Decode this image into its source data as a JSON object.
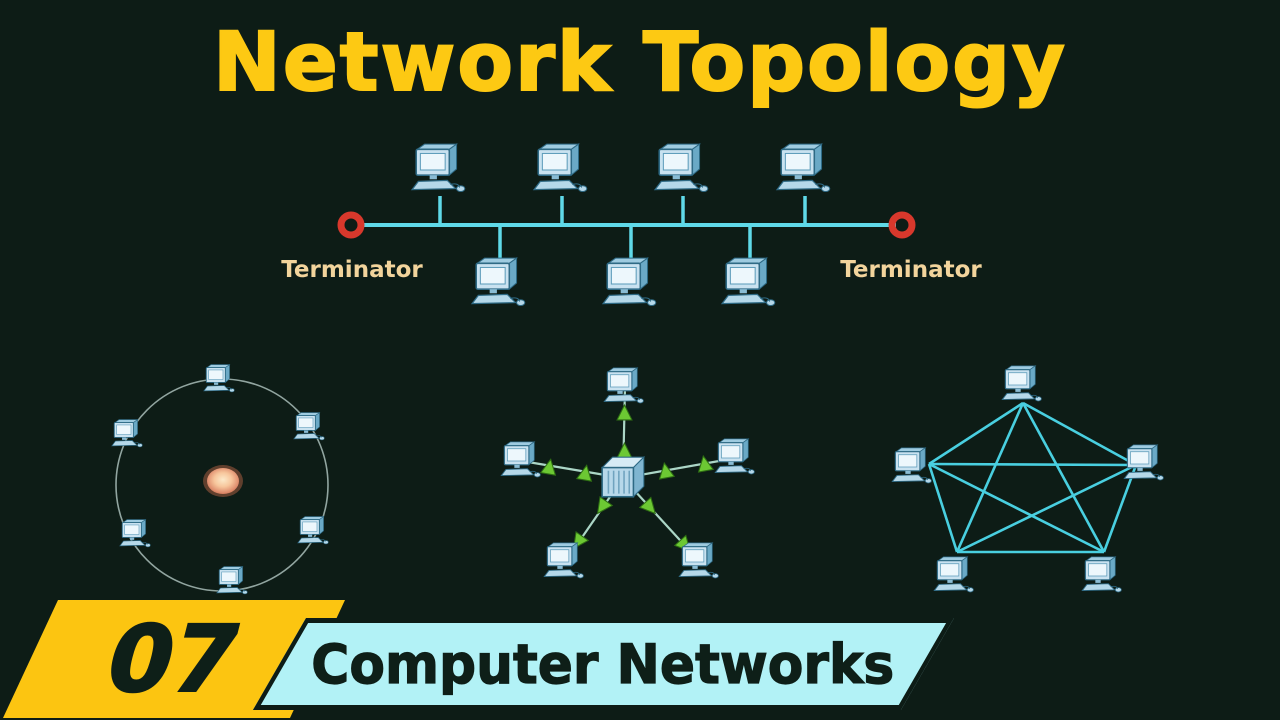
{
  "title": {
    "text": "Network Topology"
  },
  "colors": {
    "background": "#0d1c16",
    "title_text": "#fdc913",
    "bus_line": "#5fd9e8",
    "terminator_ring": "#d8382c",
    "terminator_label": "#f2d49c",
    "ring_line": "#a9bdb9",
    "star_line": "#abd6c6",
    "star_arrow": "#6cc833",
    "mesh_line": "#49cfe0",
    "banner_number_bg": "#fcc511",
    "banner_title_bg": "#b2f2f6",
    "banner_text": "#0e1f18"
  },
  "diagrams": {
    "bus": {
      "type": "bus-topology",
      "computer_count": 7,
      "computers_above_bus": 4,
      "computers_below_bus": 3,
      "terminator_left": "Terminator",
      "terminator_right": "Terminator"
    },
    "ring": {
      "type": "ring-topology",
      "computer_count": 6,
      "center": "token-hub"
    },
    "star": {
      "type": "star-topology",
      "computer_count": 5,
      "hub": "switch"
    },
    "mesh": {
      "type": "mesh-topology",
      "computer_count": 5,
      "fully_connected": true
    }
  },
  "banner": {
    "episode_number": "07",
    "series_title": "Computer Networks"
  }
}
